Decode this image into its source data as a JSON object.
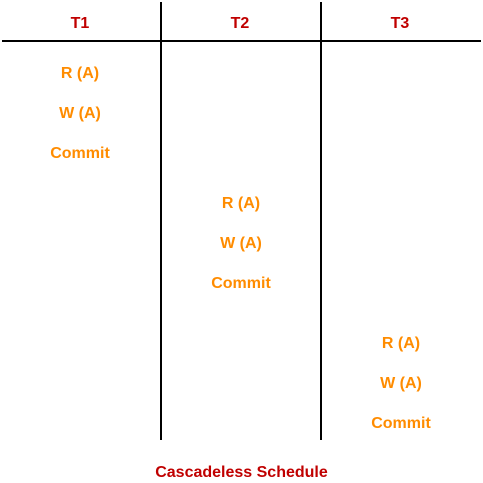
{
  "columns": {
    "t1": "T1",
    "t2": "T2",
    "t3": "T3"
  },
  "operations": {
    "t1": [
      "R (A)",
      "W (A)",
      "Commit"
    ],
    "t2": [
      "R (A)",
      "W (A)",
      "Commit"
    ],
    "t3": [
      "R (A)",
      "W (A)",
      "Commit"
    ]
  },
  "caption": "Cascadeless Schedule",
  "colors": {
    "header": "#c00000",
    "operation": "#ff8c00",
    "caption": "#c00000",
    "lines": "#000000"
  }
}
